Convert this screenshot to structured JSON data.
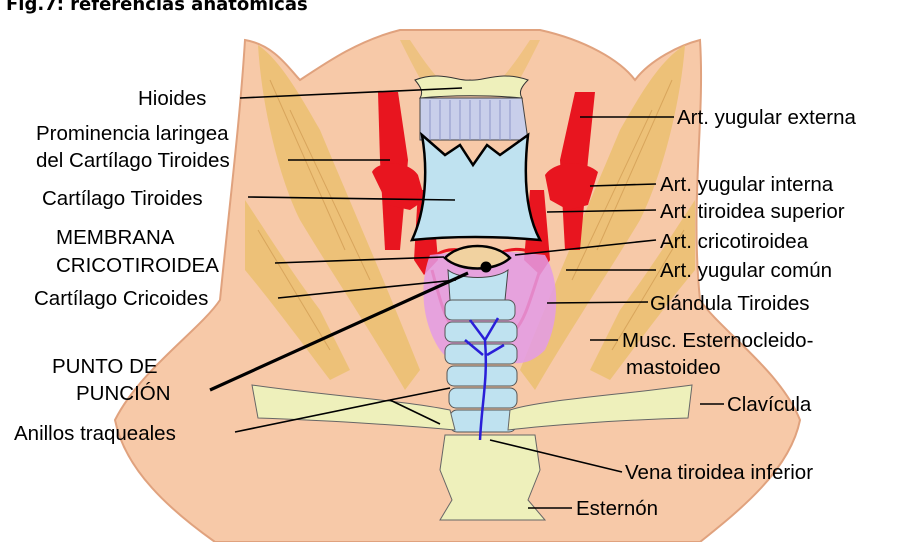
{
  "figure": {
    "title": "Fig.7: referencias anatómicas"
  },
  "labels": {
    "hioides": "Hioides",
    "prominencia_1": "Prominencia laringea",
    "prominencia_2": "del Cartílago Tiroides",
    "cartilago_tiroides": "Cartílago Tiroides",
    "membrana_1": "MEMBRANA",
    "membrana_2": "CRICOTIROIDEA",
    "cartilago_cricoides": "Cartílago Cricoides",
    "punto_1": "PUNTO DE",
    "punto_2": "PUNCIÓN",
    "anillos": "Anillos traqueales",
    "yugular_externa": "Art. yugular externa",
    "yugular_interna": "Art. yugular interna",
    "tiroidea_superior": "Art. tiroidea superior",
    "cricotiroidea": "Art. cricotiroidea",
    "yugular_comun": "Art. yugular común",
    "glandula_tiroides": "Glándula Tiroides",
    "esterno_1": "Musc. Esternocleido-",
    "esterno_2": "mastoideo",
    "clavicula": "Clavícula",
    "vena_tiroidea": "Vena tiroidea inferior",
    "esternon": "Esternón"
  },
  "colors": {
    "skin": "#F7C9A8",
    "skin_outline": "#E0A27E",
    "muscle": "#EDC178",
    "artery": "#E8151F",
    "cartilage": "#BFE2F0",
    "bone": "#EEF0BB",
    "thyroid": "#E39BE6",
    "vein": "#2A1FD8"
  }
}
